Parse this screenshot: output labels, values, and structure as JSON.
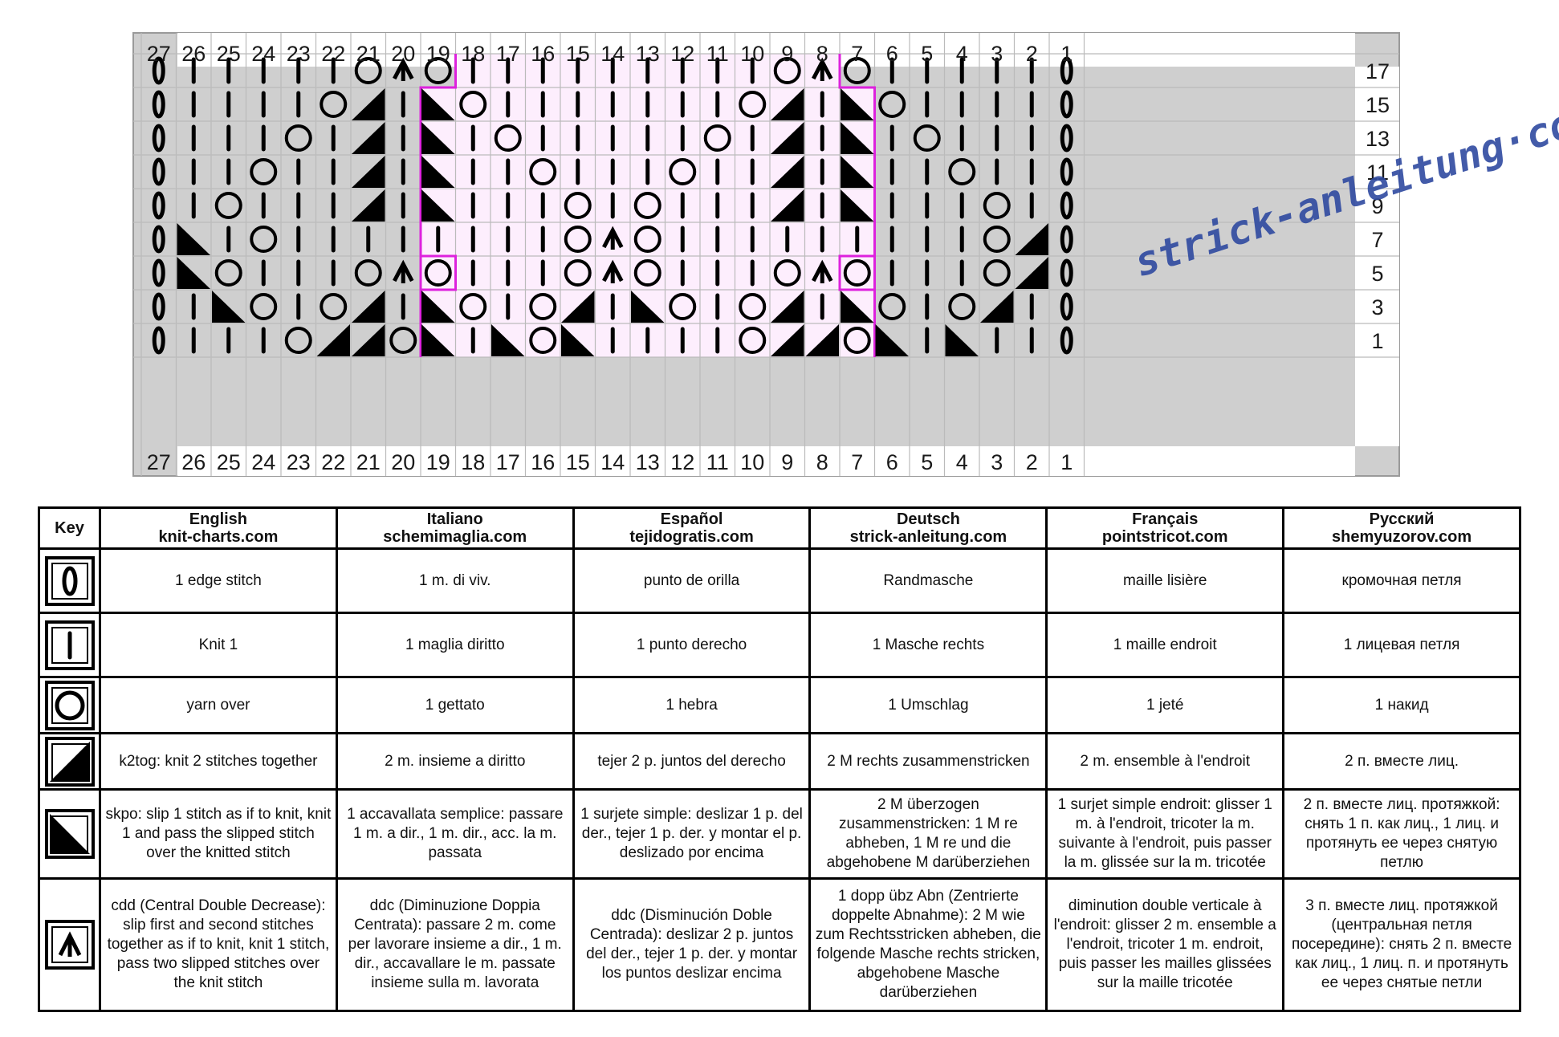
{
  "chart": {
    "columns": [
      27,
      26,
      25,
      24,
      23,
      22,
      21,
      20,
      19,
      18,
      17,
      16,
      15,
      14,
      13,
      12,
      11,
      10,
      9,
      8,
      7,
      6,
      5,
      4,
      3,
      2,
      1
    ],
    "row_labels": [
      "17",
      "15",
      "13",
      "11",
      "9",
      "7",
      "5",
      "3",
      "1"
    ],
    "repeat_colors": {
      "repeat_fill": "#fdeefd",
      "repeat_border": "#dd22dd",
      "grid": "#bbbbbb",
      "frame": "#cccccc"
    },
    "legend_codes": {
      "E": "edge stitch",
      "K": "knit",
      "O": "yarn over",
      "L": "k2tog",
      "R": "skpo",
      "A": "cdd"
    },
    "rows": [
      "EKKKKKOAOKKKKKKKKKOAOKKKKKE",
      "EKKKKOLKROKKKKKKKOLKROKKKKE",
      "EKKKOKLKRKOKKKKKOKLKRKOKKKE",
      "EKKOKKLKRKKOKKKOKKLKRKKOKKE",
      "EKOKKKLKRKKKOKOKKKLKRKKKOKE",
      "ERKOKKKKKKKKOAOKKKKKKKKKOLE",
      "EROKKKOAOKKKOAOKKKOAOKKKOLE",
      "EKROKOLKROKOLKROKOLKROKOLKE",
      "EKKKOLLORKRORKKKKOLLORKRKKE"
    ]
  },
  "watermark": "strick-anleitung·com",
  "key_table": {
    "headers": [
      {
        "l1": "Key",
        "l2": ""
      },
      {
        "l1": "English",
        "l2": "knit-charts.com"
      },
      {
        "l1": "Italiano",
        "l2": "schemimaglia.com"
      },
      {
        "l1": "Español",
        "l2": "tejidogratis.com"
      },
      {
        "l1": "Deutsch",
        "l2": "strick-anleitung.com"
      },
      {
        "l1": "Français",
        "l2": "pointstricot.com"
      },
      {
        "l1": "Русский",
        "l2": "shemyuzorov.com"
      }
    ],
    "rows": [
      {
        "symbol": "edge-stitch",
        "cells": [
          "1 edge stitch",
          "1 m. di viv.",
          "punto de orilla",
          "Randmasche",
          "maille lisière",
          "кромочная петля"
        ]
      },
      {
        "symbol": "knit",
        "cells": [
          "Knit 1",
          "1 maglia diritto",
          "1 punto derecho",
          "1 Masche rechts",
          "1 maille endroit",
          "1 лицевая петля"
        ]
      },
      {
        "symbol": "yarn-over",
        "cells": [
          "yarn over",
          "1 gettato",
          "1 hebra",
          "1 Umschlag",
          "1 jeté",
          "1 накид"
        ]
      },
      {
        "symbol": "k2tog",
        "cells": [
          "k2tog: knit 2 stitches together",
          "2 m. insieme a diritto",
          "tejer 2 p. juntos del derecho",
          "2 M rechts zusammenstricken",
          "2 m. ensemble à l'endroit",
          "2 п. вместе лиц."
        ]
      },
      {
        "symbol": "skpo",
        "cells": [
          "skpo: slip 1 stitch as if to knit, knit 1 and pass the slipped stitch over the knitted stitch",
          "1 accavallata semplice: passare 1 m. a dir., 1 m. dir., acc. la m. passata",
          "1 surjete simple: deslizar 1 p. del der., tejer 1 p. der. y montar el p. deslizado por encima",
          "2 M überzogen zusammenstricken: 1 M re abheben, 1 M re und die abgehobene M darüberziehen",
          "1 surjet simple endroit: glisser 1 m. à l'endroit, tricoter la m. suivante à l'endroit, puis passer la m. glissée sur la m. tricotée",
          "2 п. вместе лиц. протяжкой: снять 1 п. как лиц., 1 лиц. и протянуть ее через снятую петлю"
        ]
      },
      {
        "symbol": "cdd",
        "cells": [
          "cdd (Central Double Decrease): slip first and second stitches together as if to knit, knit 1 stitch, pass two slipped stitches over the knit stitch",
          "ddc (Diminuzione Doppia Centrata): passare 2 m. come per lavorare insieme a dir., 1 m. dir., accavallare le m. passate insieme sulla m. lavorata",
          "ddc (Disminución Doble Centrada): deslizar 2 p. juntos del der., tejer 1 p. der. y montar los puntos deslizar encima",
          "1 dopp übz Abn (Zentrierte doppelte Abnahme): 2 M wie zum Rechtsstricken abheben, die folgende Masche rechts stricken, abgehobene Masche darüberziehen",
          "diminution double verticale à l'endroit: glisser 2 m. ensemble a l'endroit, tricoter 1 m. endroit, puis passer les mailles glissées sur la maille tricotée",
          "3 п. вместе лиц. протяжкой (центральная петля посередине): снять 2 п. вместе как лиц., 1 лиц. п. и протянуть ее через снятые петли"
        ]
      }
    ]
  }
}
